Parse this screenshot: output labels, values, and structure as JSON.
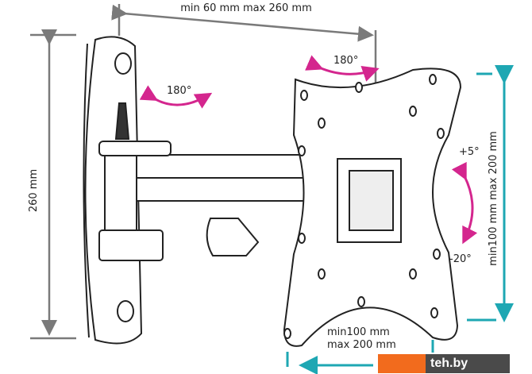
{
  "dimensions": {
    "top_range": "min 60 mm max 260 mm",
    "height": "260 mm",
    "vesa_vertical": "min100 mm max 200 mm",
    "vesa_horizontal_min": "min100 mm",
    "vesa_horizontal_max": "max 200 mm"
  },
  "rotations": {
    "wall_swivel": "180°",
    "arm_swivel": "180°",
    "tilt_up": "+5°",
    "tilt_down": "-20°"
  },
  "watermark": "teh.by",
  "colors": {
    "dimension_grey": "#7a7a7a",
    "dimension_teal": "#1ea7b3",
    "rotation_magenta": "#d4268e",
    "outline": "#222222"
  }
}
